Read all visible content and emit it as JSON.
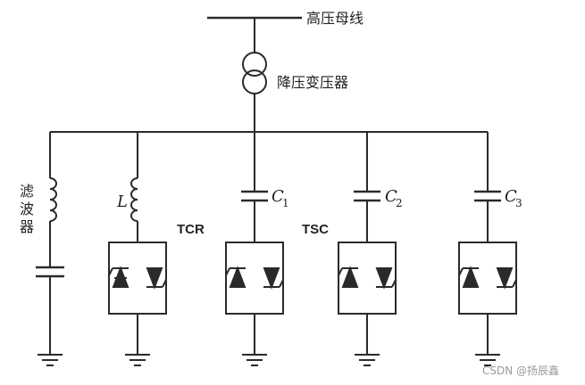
{
  "labels": {
    "hv_bus": "高压母线",
    "transformer": "降压变压器",
    "filter_line1": "滤",
    "filter_line2": "波",
    "filter_line3": "器",
    "inductor": "L",
    "c1_letter": "C",
    "c1_sub": "1",
    "c2_letter": "C",
    "c2_sub": "2",
    "c3_letter": "C",
    "c3_sub": "3",
    "tcr": "TCR",
    "tsc": "TSC"
  },
  "watermark": "CSDN @扬辰鑫",
  "colors": {
    "line": "#2a2a2a",
    "watermark": "#9a9a9a"
  }
}
